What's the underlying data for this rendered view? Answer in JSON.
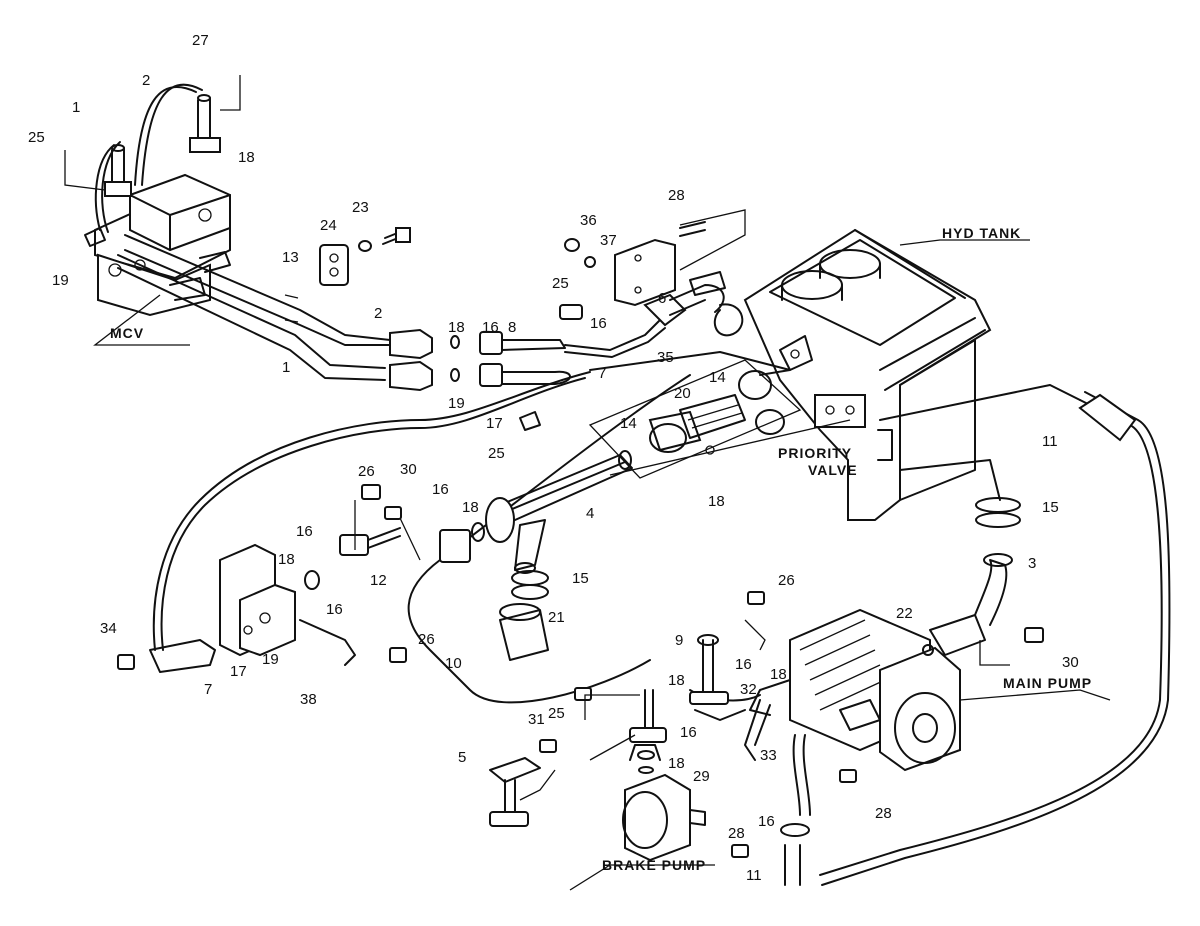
{
  "components": {
    "mcv": "MCV",
    "hyd_tank": "HYD TANK",
    "priority_valve_line1": "PRIORITY",
    "priority_valve_line2": "VALVE",
    "main_pump": "MAIN PUMP",
    "brake_pump": "BRAKE PUMP"
  },
  "callouts": [
    {
      "id": "c27",
      "number": "27"
    },
    {
      "id": "c2a",
      "number": "2"
    },
    {
      "id": "c1a",
      "number": "1"
    },
    {
      "id": "c25a",
      "number": "25"
    },
    {
      "id": "c18a",
      "number": "18"
    },
    {
      "id": "c19a",
      "number": "19"
    },
    {
      "id": "c13",
      "number": "13"
    },
    {
      "id": "c24",
      "number": "24"
    },
    {
      "id": "c23",
      "number": "23"
    },
    {
      "id": "c2b",
      "number": "2"
    },
    {
      "id": "c1b",
      "number": "1"
    },
    {
      "id": "c18b",
      "number": "18"
    },
    {
      "id": "c16a",
      "number": "16"
    },
    {
      "id": "c8",
      "number": "8"
    },
    {
      "id": "c16b",
      "number": "16"
    },
    {
      "id": "c25b",
      "number": "25"
    },
    {
      "id": "c36",
      "number": "36"
    },
    {
      "id": "c37",
      "number": "37"
    },
    {
      "id": "c28a",
      "number": "28"
    },
    {
      "id": "c6",
      "number": "6"
    },
    {
      "id": "c35",
      "number": "35"
    },
    {
      "id": "c19b",
      "number": "19"
    },
    {
      "id": "c17a",
      "number": "17"
    },
    {
      "id": "c7a",
      "number": "7"
    },
    {
      "id": "c25c",
      "number": "25"
    },
    {
      "id": "c14a",
      "number": "14"
    },
    {
      "id": "c20",
      "number": "20"
    },
    {
      "id": "c14b",
      "number": "14"
    },
    {
      "id": "c18c",
      "number": "18"
    },
    {
      "id": "c11a",
      "number": "11"
    },
    {
      "id": "c15a",
      "number": "15"
    },
    {
      "id": "c3",
      "number": "3"
    },
    {
      "id": "c26a",
      "number": "26"
    },
    {
      "id": "c30a",
      "number": "30"
    },
    {
      "id": "c16c",
      "number": "16"
    },
    {
      "id": "c18d",
      "number": "18"
    },
    {
      "id": "c4",
      "number": "4"
    },
    {
      "id": "c16d",
      "number": "16"
    },
    {
      "id": "c18e",
      "number": "18"
    },
    {
      "id": "c12",
      "number": "12"
    },
    {
      "id": "c15b",
      "number": "15"
    },
    {
      "id": "c21",
      "number": "21"
    },
    {
      "id": "c10",
      "number": "10"
    },
    {
      "id": "c34",
      "number": "34"
    },
    {
      "id": "c7b",
      "number": "7"
    },
    {
      "id": "c17b",
      "number": "17"
    },
    {
      "id": "c19c",
      "number": "19"
    },
    {
      "id": "c38",
      "number": "38"
    },
    {
      "id": "c16e",
      "number": "16"
    },
    {
      "id": "c26b",
      "number": "26"
    },
    {
      "id": "c26c",
      "number": "26"
    },
    {
      "id": "c9",
      "number": "9"
    },
    {
      "id": "c16f",
      "number": "16"
    },
    {
      "id": "c18f",
      "number": "18"
    },
    {
      "id": "c32",
      "number": "32"
    },
    {
      "id": "c22",
      "number": "22"
    },
    {
      "id": "c18g",
      "number": "18"
    },
    {
      "id": "c30b",
      "number": "30"
    },
    {
      "id": "c25d",
      "number": "25"
    },
    {
      "id": "c16g",
      "number": "16"
    },
    {
      "id": "c31",
      "number": "31"
    },
    {
      "id": "c5",
      "number": "5"
    },
    {
      "id": "c18h",
      "number": "18"
    },
    {
      "id": "c29",
      "number": "29"
    },
    {
      "id": "c33",
      "number": "33"
    },
    {
      "id": "c28b",
      "number": "28"
    },
    {
      "id": "c28c",
      "number": "28"
    },
    {
      "id": "c16h",
      "number": "16"
    },
    {
      "id": "c11b",
      "number": "11"
    }
  ]
}
